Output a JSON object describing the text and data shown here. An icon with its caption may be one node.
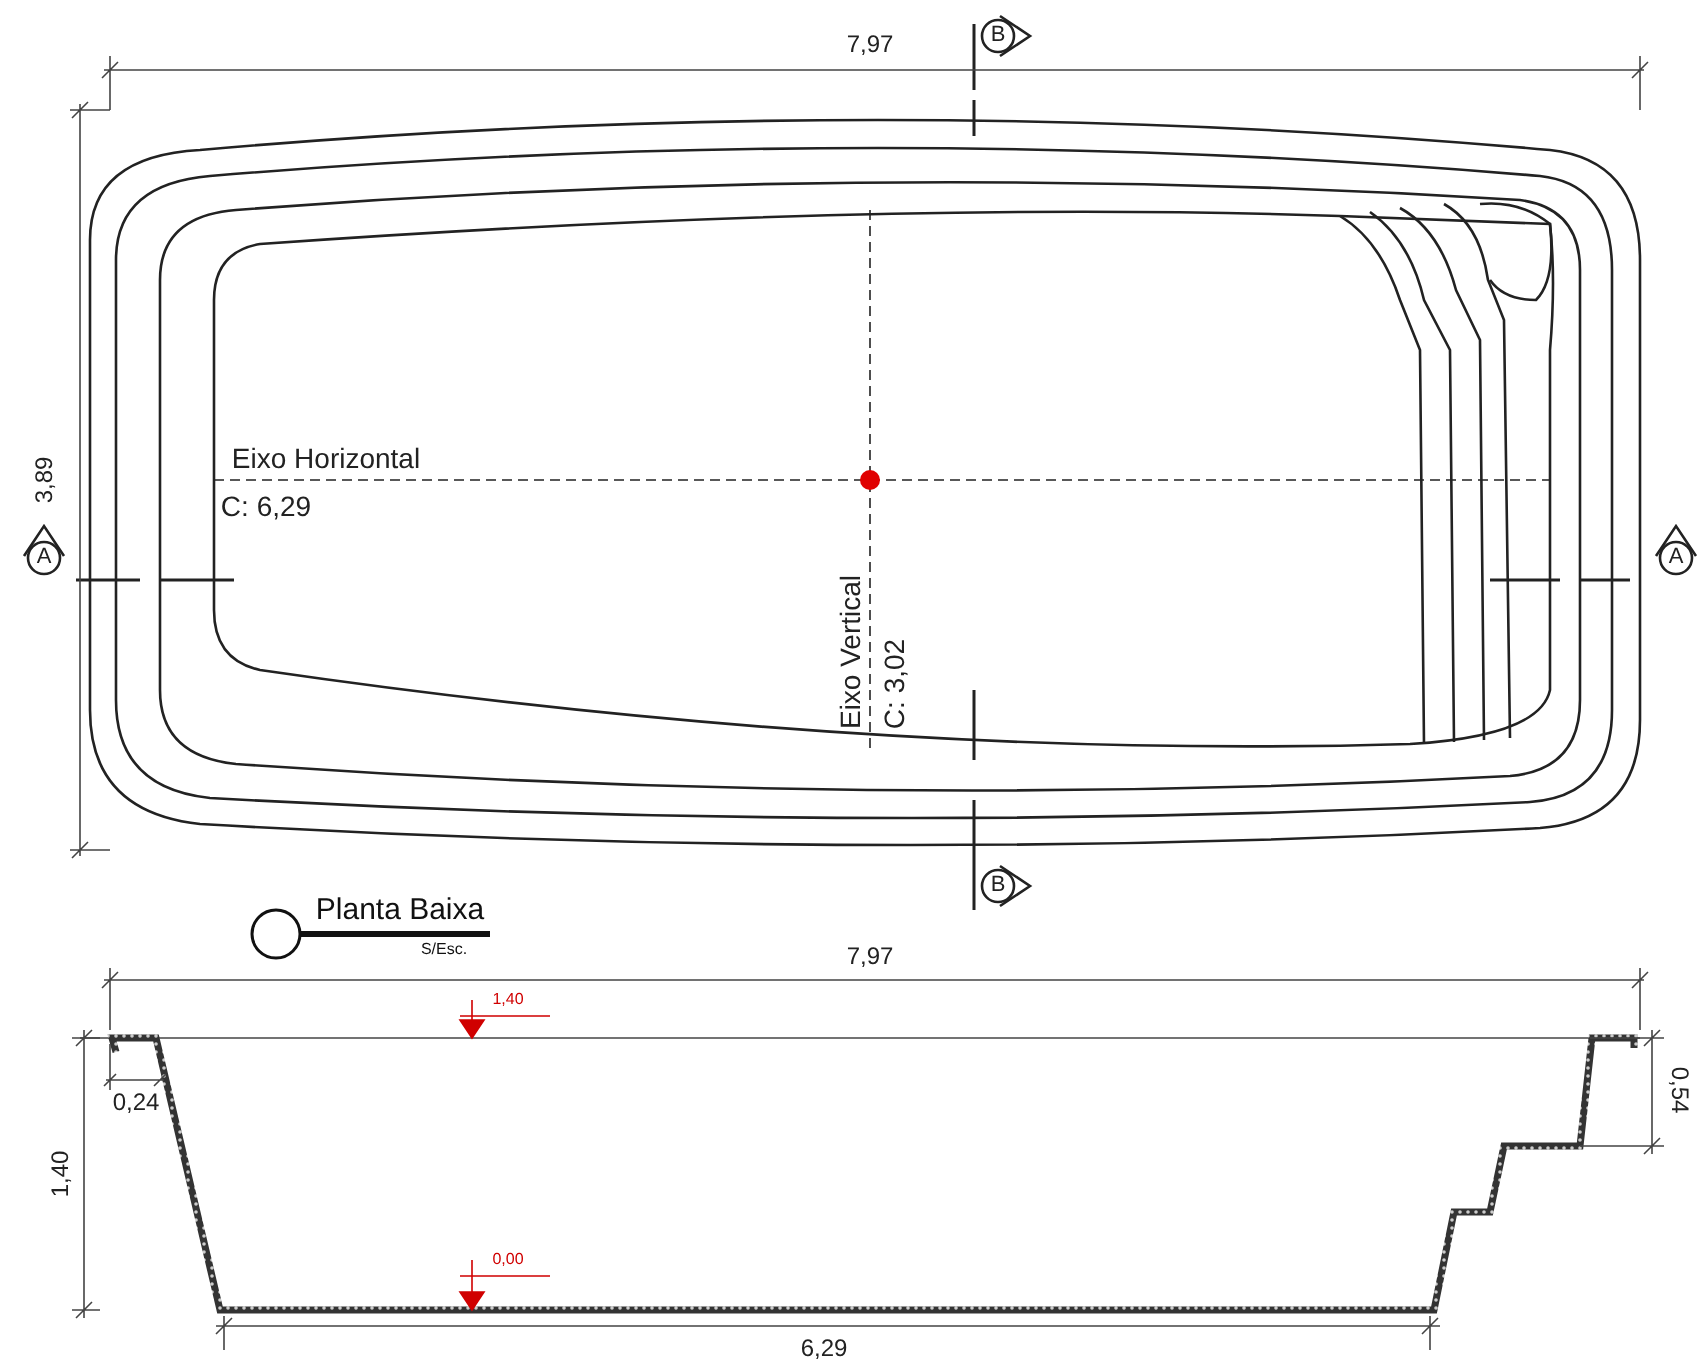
{
  "diagram": {
    "labels": [
      "7,97",
      "B",
      "3,89",
      "Eixo Horizontal",
      "C: 6,29",
      "A",
      "A",
      "Eixo Vertical",
      "C: 3,02",
      "B",
      "Planta Baixa",
      "S/Esc.",
      "7,97",
      "1,40",
      "0,24",
      "0,54",
      "1,40",
      "0,00",
      "6,29"
    ]
  }
}
